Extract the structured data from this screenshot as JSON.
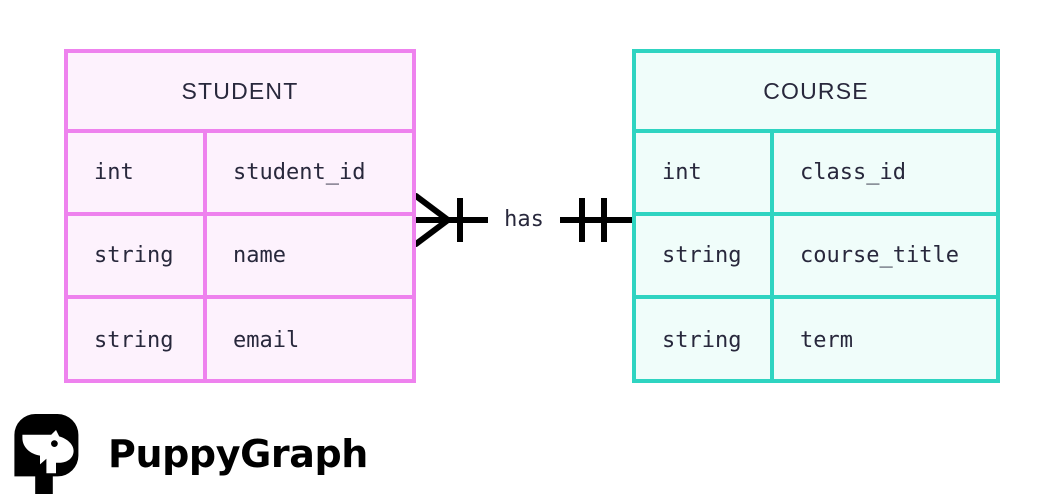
{
  "diagram": {
    "type": "entity-relationship-diagram",
    "background_color": "#ffffff",
    "text_color": "#28283c",
    "entities": [
      {
        "id": "student",
        "title": "STUDENT",
        "border_color": "#ee82ee",
        "fill_color": "#fdf2fd",
        "attributes": [
          {
            "type": "int",
            "name": "student_id"
          },
          {
            "type": "string",
            "name": "name"
          },
          {
            "type": "string",
            "name": "email"
          }
        ]
      },
      {
        "id": "course",
        "title": "COURSE",
        "border_color": "#2fd4c1",
        "fill_color": "#f0fdfa",
        "attributes": [
          {
            "type": "int",
            "name": "class_id"
          },
          {
            "type": "string",
            "name": "course_title"
          },
          {
            "type": "string",
            "name": "term"
          }
        ]
      }
    ],
    "relationship": {
      "label": "has",
      "from": "STUDENT",
      "to": "COURSE",
      "left_cardinality": "one-or-many",
      "right_cardinality": "one-and-only-one",
      "line_color": "#000000"
    }
  },
  "brand": {
    "name": "PuppyGraph",
    "logo_icon": "puppygraph-dog-logo",
    "color": "#000000"
  }
}
